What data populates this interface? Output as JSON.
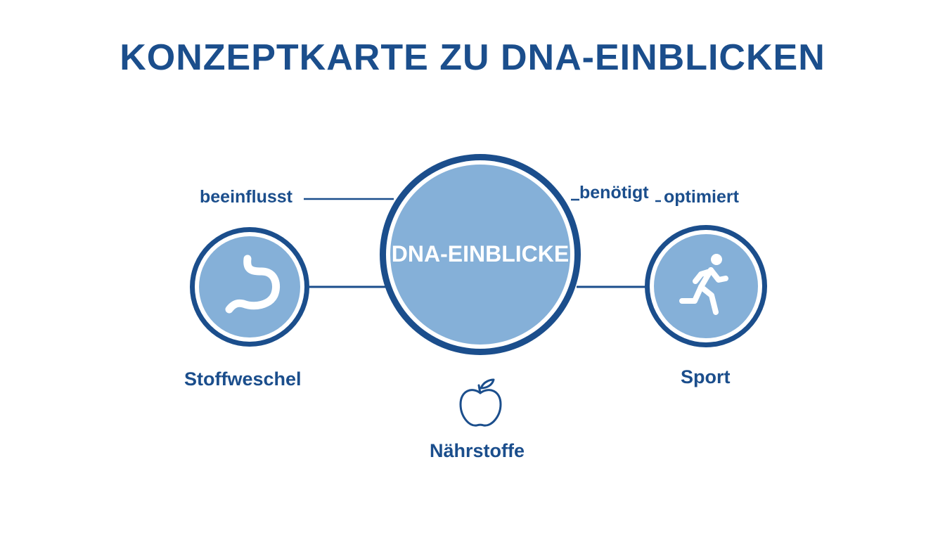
{
  "title": "KONZEPTKARTE ZU DNA-EINBLICKEN",
  "colors": {
    "primary": "#1b4e8c",
    "fill": "#85b0d8",
    "background": "#ffffff"
  },
  "nodes": {
    "center": {
      "label": "DNA-EINBLICKE"
    },
    "metabolism": {
      "label": "Stoffweschel",
      "icon": "stomach-icon"
    },
    "sport": {
      "label": "Sport",
      "icon": "running-person-icon"
    },
    "nutrients": {
      "label": "Nährstoffe",
      "icon": "apple-icon"
    }
  },
  "relations": {
    "influences": "beeinflusst",
    "requires": "benötigt",
    "optimizes": "optimiert"
  }
}
